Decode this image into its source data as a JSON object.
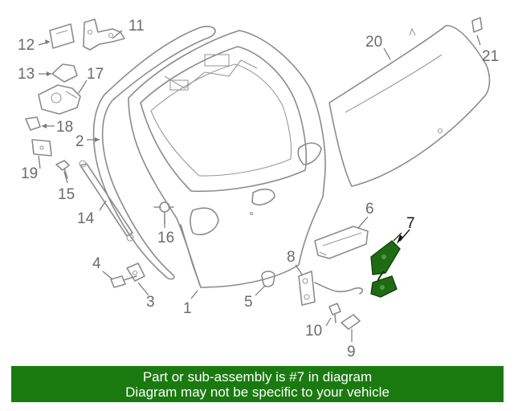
{
  "diagram": {
    "highlight_color": "#1f6b14",
    "callouts": [
      {
        "id": "1",
        "text": "1"
      },
      {
        "id": "2",
        "text": "2"
      },
      {
        "id": "3",
        "text": "3"
      },
      {
        "id": "4",
        "text": "4"
      },
      {
        "id": "5",
        "text": "5"
      },
      {
        "id": "6",
        "text": "6"
      },
      {
        "id": "7",
        "text": "7",
        "highlighted": true
      },
      {
        "id": "8",
        "text": "8"
      },
      {
        "id": "9",
        "text": "9"
      },
      {
        "id": "10",
        "text": "10"
      },
      {
        "id": "11",
        "text": "11"
      },
      {
        "id": "12",
        "text": "12"
      },
      {
        "id": "13",
        "text": "13"
      },
      {
        "id": "14",
        "text": "14"
      },
      {
        "id": "15",
        "text": "15"
      },
      {
        "id": "16",
        "text": "16"
      },
      {
        "id": "17",
        "text": "17"
      },
      {
        "id": "18",
        "text": "18"
      },
      {
        "id": "19",
        "text": "19"
      },
      {
        "id": "20",
        "text": "20"
      },
      {
        "id": "21",
        "text": "21"
      }
    ]
  },
  "banner": {
    "line1": "Part or sub-assembly is #7 in diagram",
    "line2": "Diagram may not be specific to your vehicle",
    "background": "#1a7a10"
  }
}
